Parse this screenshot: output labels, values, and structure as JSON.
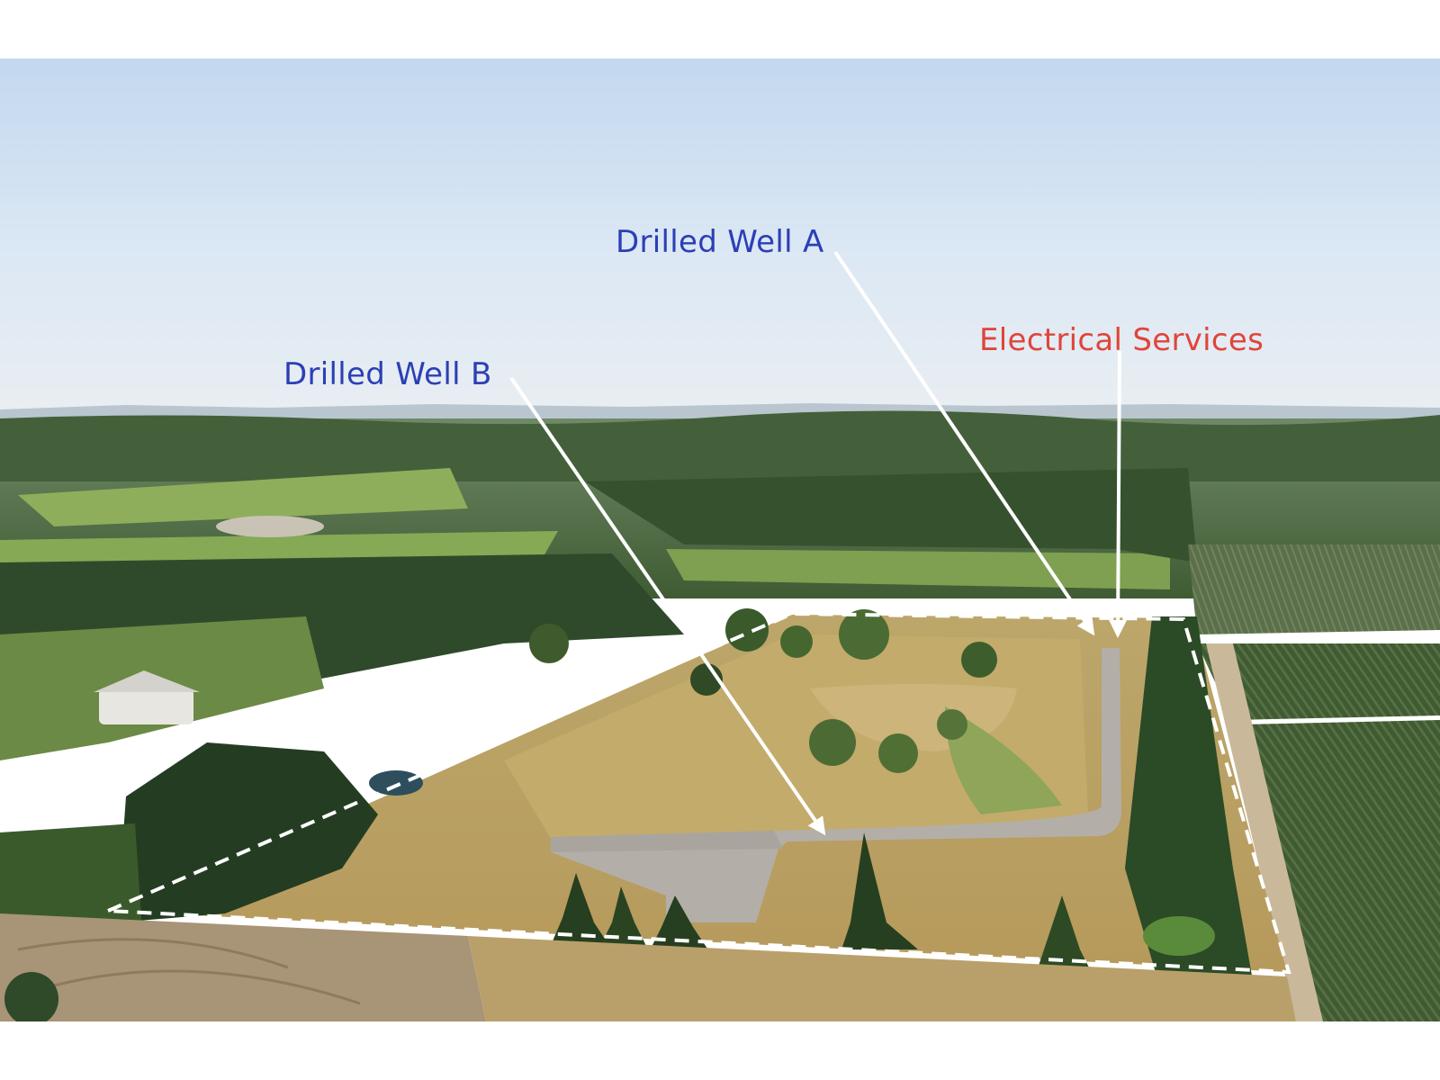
{
  "annotations": {
    "drilled_well_a": "Drilled Well A",
    "drilled_well_b": "Drilled Well B",
    "electrical_services": "Electrical Services"
  },
  "colors": {
    "well_label": "#2b3fb5",
    "electrical_label": "#e0453a",
    "arrows": "#ffffff",
    "boundary": "#ffffff",
    "border": "#ffffff"
  },
  "photo_description_icons": [
    "sky",
    "tree-line",
    "field",
    "gravel-driveway",
    "blueberry-field",
    "property-boundary",
    "pond"
  ]
}
